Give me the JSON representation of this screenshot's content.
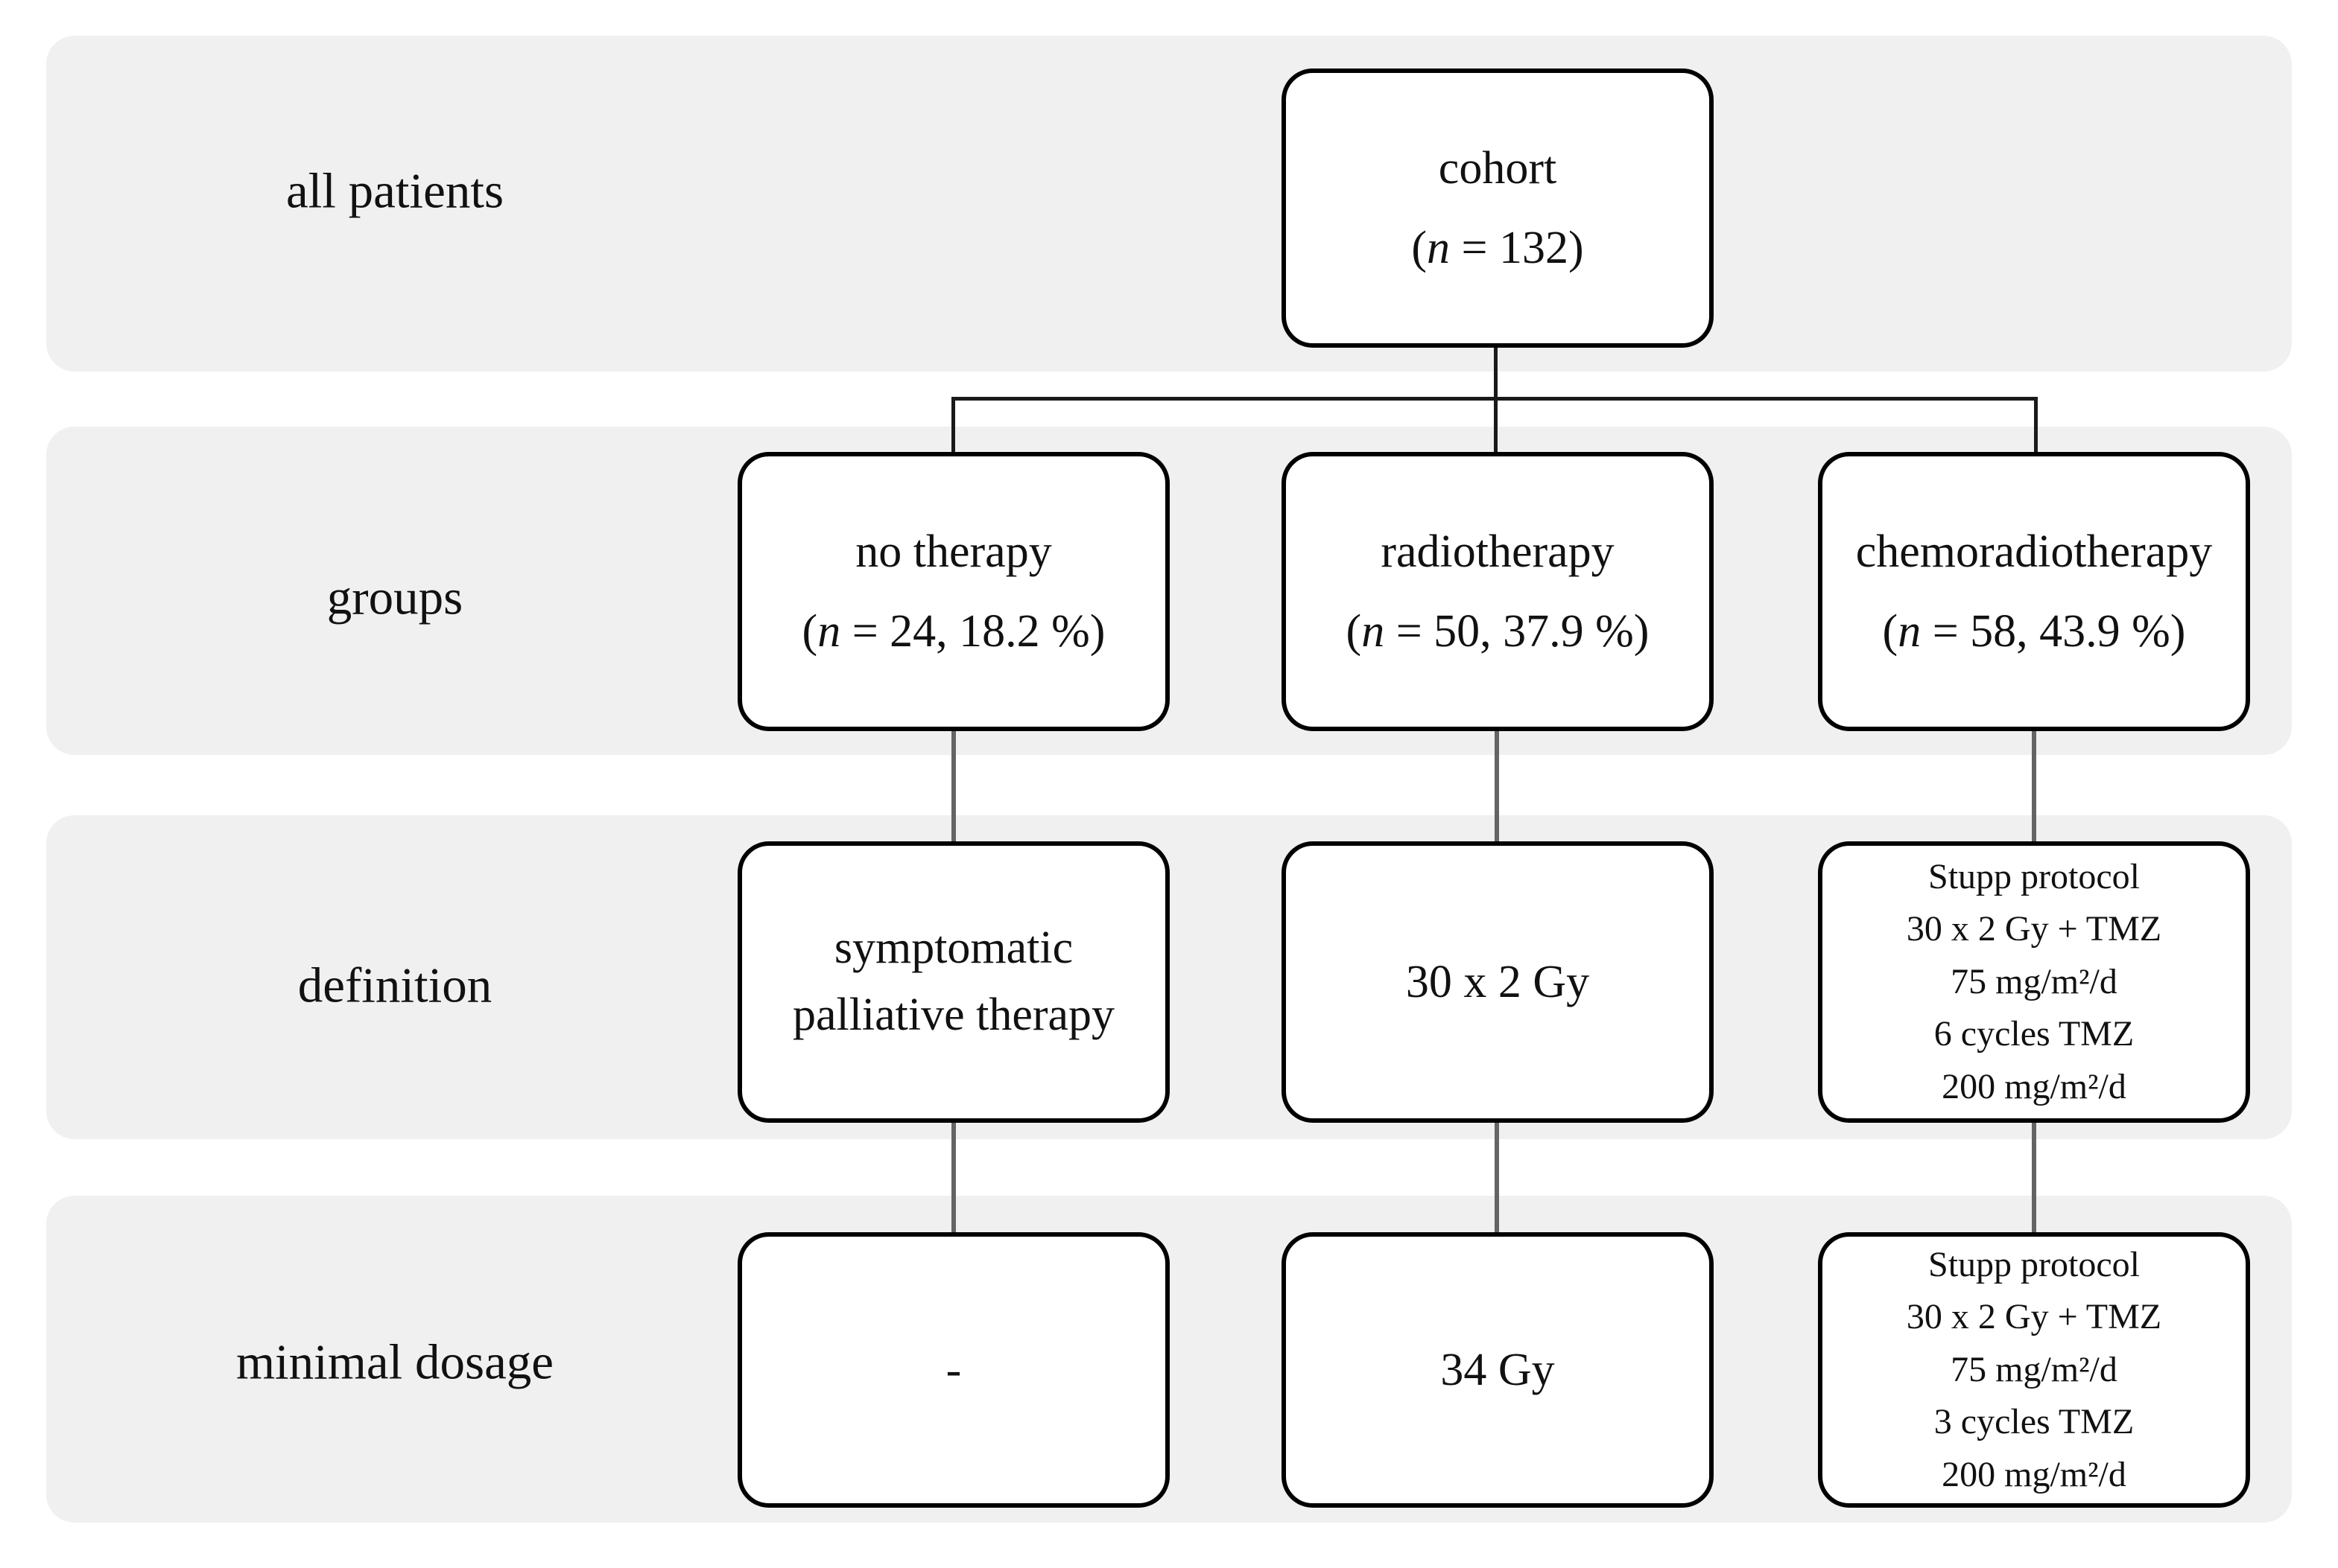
{
  "figure": {
    "row_labels": [
      "all patients",
      "groups",
      "definition",
      "minimal dosage"
    ],
    "cohort": {
      "title": "cohort",
      "stats": "(n = 132)"
    },
    "groups": [
      {
        "title": "no therapy",
        "stats": "(n = 24, 18.2 %)"
      },
      {
        "title": "radiotherapy",
        "stats": "(n = 50, 37.9 %)"
      },
      {
        "title": "chemoradiotherapy",
        "stats": "(n = 58, 43.9 %)"
      }
    ],
    "definition": [
      {
        "lines": [
          "symptomatic",
          "palliative therapy"
        ]
      },
      {
        "lines": [
          "30 x 2 Gy"
        ]
      },
      {
        "lines": [
          "Stupp protocol",
          "30 x 2 Gy + TMZ",
          "75 mg/m²/d",
          "6 cycles TMZ",
          "200 mg/m²/d"
        ]
      }
    ],
    "minimal_dosage": [
      {
        "lines": [
          "-"
        ]
      },
      {
        "lines": [
          "34 Gy"
        ]
      },
      {
        "lines": [
          "Stupp protocol",
          "30 x 2 Gy + TMZ",
          "75 mg/m²/d",
          "3 cycles TMZ",
          "200 mg/m²/d"
        ]
      }
    ],
    "colors": {
      "band_background": "#f0f0f0",
      "box_border": "#000000",
      "connector_black": "#1a1a1a",
      "connector_gray": "#646464"
    }
  }
}
